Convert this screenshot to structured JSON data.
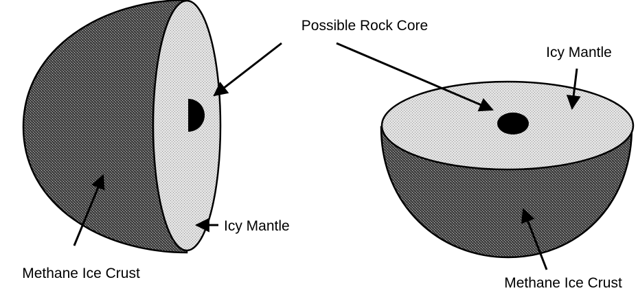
{
  "labels": {
    "possible_rock_core": "Possible Rock Core",
    "icy_mantle_left": "Icy Mantle",
    "methane_ice_crust_left": "Methane Ice Crust",
    "icy_mantle_right": "Icy Mantle",
    "methane_ice_crust_right": "Methane Ice Crust"
  },
  "colors": {
    "crust_dark": "#3a3a3a",
    "mantle_light": "#d6d6d6",
    "core": "#000000",
    "line": "#000000",
    "background": "#ffffff"
  }
}
